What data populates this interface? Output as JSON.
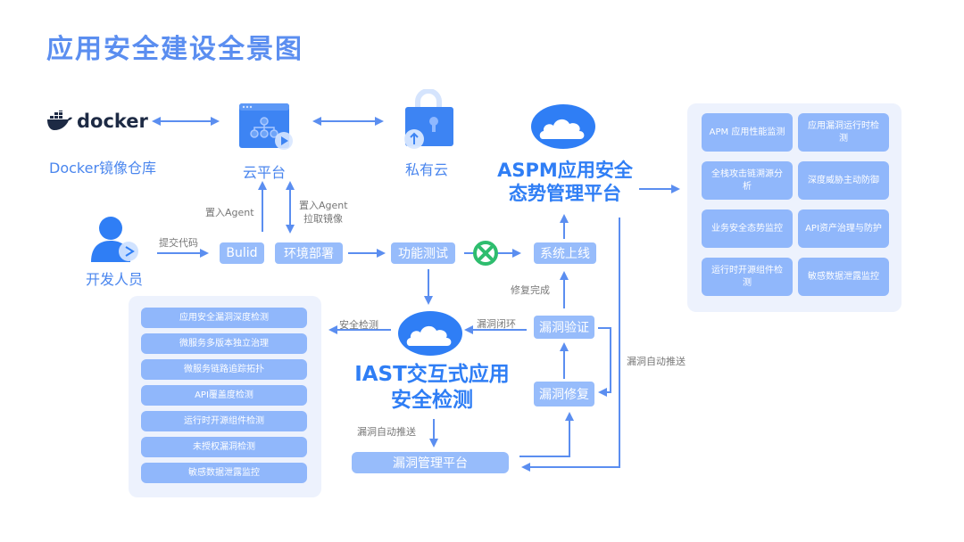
{
  "title": "应用安全建设全景图",
  "colors": {
    "accent": "#2f7ef5",
    "title": "#5b8ef0",
    "box": "#97bcfb",
    "panel": "#edf2fd",
    "arrow": "#5b8ef0",
    "block": "#2ebd6e"
  },
  "nodes": {
    "docker_logo": "docker",
    "docker_label": "Docker镜像仓库",
    "cloud_platform": "云平台",
    "private_cloud": "私有云",
    "developer": "开发人员",
    "build": "Bulid",
    "env_deploy": "环境部署",
    "func_test": "功能测试",
    "system_online": "系统上线",
    "vuln_verify": "漏洞验证",
    "vuln_fix": "漏洞修复",
    "vuln_mgmt": "漏洞管理平台",
    "aspm_line1": "ASPM应用安全",
    "aspm_line2": "态势管理平台",
    "iast_line1": "IAST交互式应用",
    "iast_line2": "安全检测"
  },
  "edge_labels": {
    "submit_code": "提交代码",
    "inject_agent": "置入Agent",
    "inject_agent_2": "置入Agent",
    "pull_image": "拉取镜像",
    "fix_done": "修复完成",
    "security_check": "安全检测",
    "vuln_closed_loop": "漏洞闭环",
    "vuln_auto_push_left": "漏洞自动推送",
    "vuln_auto_push_right": "漏洞自动推送"
  },
  "aspm_features": [
    "APM 应用性能监测",
    "应用漏洞运行时检测",
    "全栈攻击链溯源分析",
    "深度威胁主动防御",
    "业务安全态势监控",
    "API资产治理与防护",
    "运行时开源组件检测",
    "敏感数据泄露监控"
  ],
  "iast_features": [
    "应用安全漏洞深度检测",
    "微服务多版本独立治理",
    "微服务链路追踪拓扑",
    "API覆盖度检测",
    "运行时开源组件检测",
    "未授权漏洞检测",
    "敏感数据泄露监控"
  ]
}
